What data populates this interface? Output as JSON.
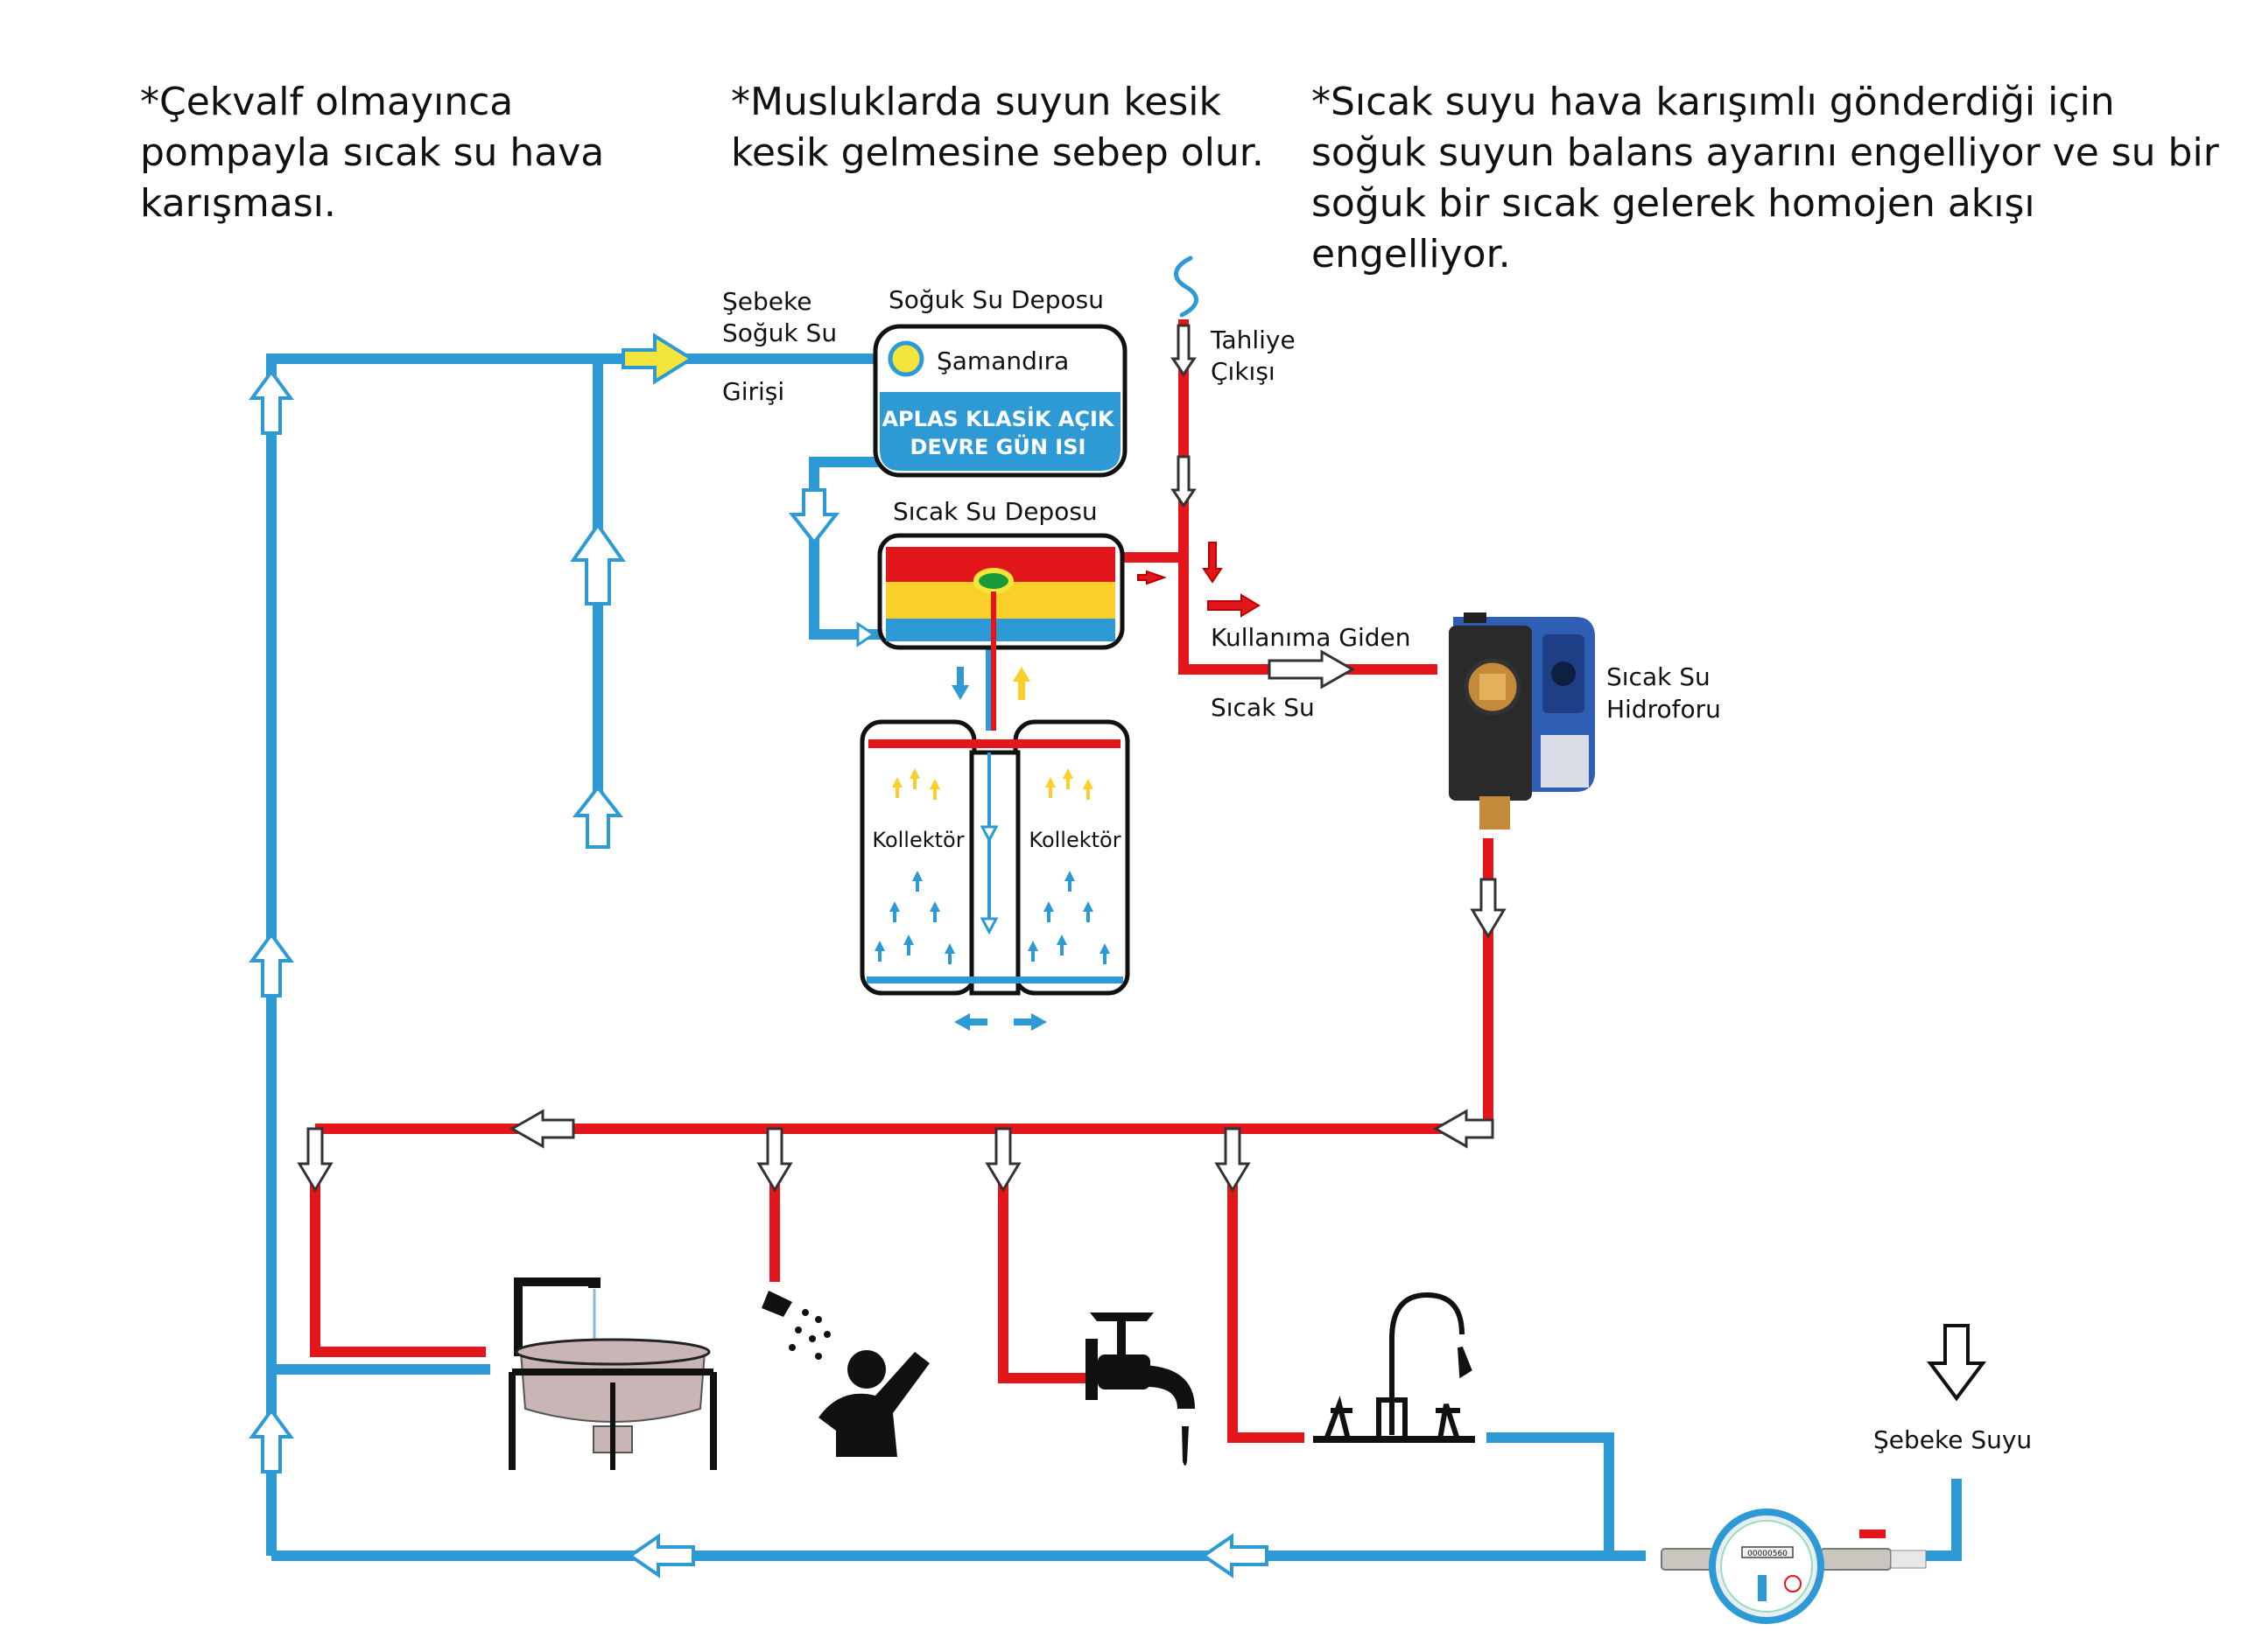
{
  "notes": {
    "checkvalve": "*Çekvalf olmayınca\npompayla sıcak su hava\nkarışması.",
    "taps": "*Musluklarda suyun kesik\nkesik gelmesine sebep olur.",
    "balance": "*Sıcak suyu hava karışımlı gönderdiği için\nsoğuk suyun balans ayarını engelliyor ve su bir\nsoğuk bir sıcak gelerek homojen akışı engelliyor."
  },
  "labels": {
    "mains_line1": "Şebeke",
    "mains_line2": "Soğuk Su",
    "mains_line3": "Girişi",
    "cold_tank": "Soğuk Su Deposu",
    "float": "Şamandıra",
    "system_line1": "APLAS KLASİK AÇIK",
    "system_line2": "DEVRE GÜN ISI",
    "hot_tank": "Sıcak Su Deposu",
    "drain_line1": "Tahliye",
    "drain_line2": "Çıkışı",
    "to_use": "Kullanıma Giden",
    "hot_water": "Sıcak Su",
    "pump_line1": "Sıcak Su",
    "pump_line2": "Hidroforu",
    "collector_left": "Kollektör",
    "collector_right": "Kollektör",
    "mains_water": "Şebeke Suyu",
    "meter_digits": "00000560"
  },
  "colors": {
    "cold": "#2d9ad6",
    "hot": "#e3161b",
    "yellow": "#f4e53a",
    "sun_yellow": "#fbcf2a",
    "pump_blue": "#2f5fb5"
  },
  "icons": {
    "pump": "hot-water-booster-pump-icon",
    "meter": "water-meter-icon",
    "basin": "wash-basin-icon",
    "shower": "shower-person-icon",
    "tap": "wall-faucet-icon",
    "sink": "sink-faucet-icon",
    "vapor": "vapor-icon"
  }
}
